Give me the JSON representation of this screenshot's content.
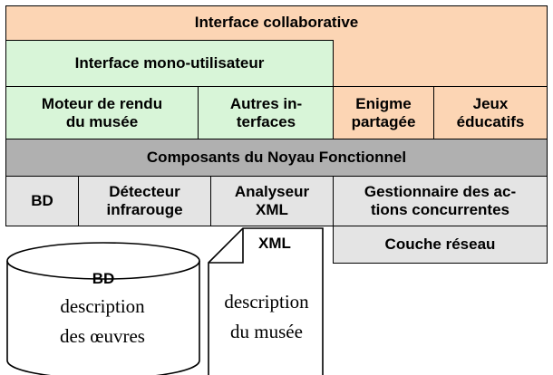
{
  "layers": {
    "collaborative": "Interface collaborative",
    "mono_user": "Interface mono-utilisateur",
    "render_engine": "Moteur de rendu\ndu musée",
    "other_interfaces": "Autres in-\nterfaces",
    "shared_enigma": "Enigme\npartagée",
    "educational_games": "Jeux\néducatifs",
    "core_components": "Composants du Noyau Fonctionnel",
    "bd": "BD",
    "ir_detector": "Détecteur\ninfrarouge",
    "xml_parser": "Analyseur\nXML",
    "concurrency_manager": "Gestionnaire des ac-\ntions concurrentes",
    "network_layer": "Couche réseau"
  },
  "database": {
    "label": "BD",
    "description": "description\ndes œuvres"
  },
  "xml_document": {
    "label": "XML",
    "description": "description\ndu musée"
  }
}
